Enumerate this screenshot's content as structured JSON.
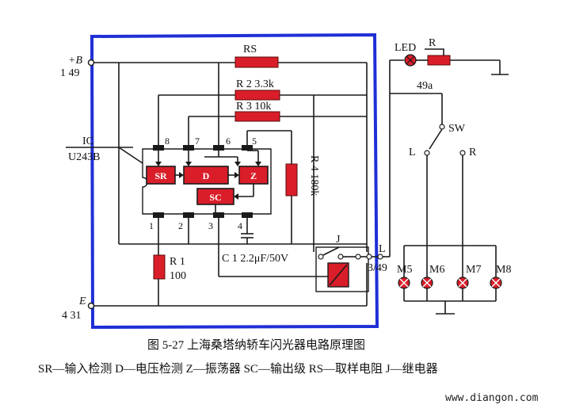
{
  "labels": {
    "plus_b": "+B",
    "b_pins": "1  49",
    "e": "E",
    "e_pins": "4  31",
    "ic": "IC",
    "ic_model": "U243B",
    "rs": "RS",
    "r2": "R 2 3.3k",
    "r3": "R 3  10k",
    "r4": "R 4  180k",
    "r1": "R 1",
    "r1_value": "100",
    "c1": "C 1 2.2μF/50V",
    "pin1": "1",
    "pin2": "2",
    "pin3": "3",
    "pin4": "4",
    "pin5": "5",
    "pin6": "6",
    "pin7": "7",
    "pin8": "8",
    "block_sr": "SR",
    "block_d": "D",
    "block_z": "Z",
    "block_sc": "SC",
    "relay": "J",
    "relay_pins": "3/49",
    "relay_l": "L",
    "led": "LED",
    "r_trim": "R",
    "wire_49a": "49a",
    "sw": "SW",
    "sw_l": "L",
    "sw_r": "R",
    "m5": "M5",
    "m6": "M6",
    "m7": "M7",
    "m8": "M8"
  },
  "caption": {
    "title": "图 5-27    上海桑塔纳轿车闪光器电路原理图",
    "legend": "SR—输入检测    D—电压检测    Z—振荡器    SC—输出级    RS—取样电阻    J—继电器"
  },
  "watermark": "www.diangon.com",
  "colors": {
    "highlight_border": "#1f2fd6",
    "component_red": "#d91e2a"
  }
}
